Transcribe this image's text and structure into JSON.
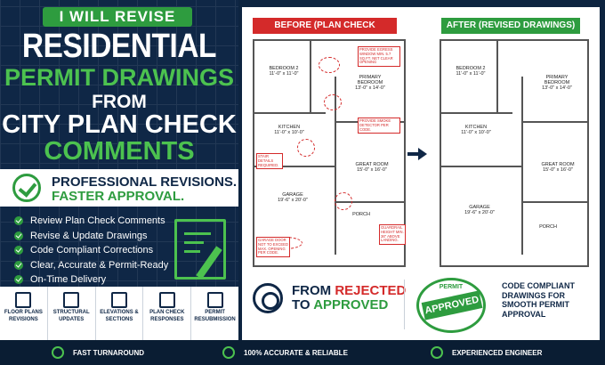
{
  "left": {
    "banner": "I WILL REVISE",
    "title_line1": "RESIDENTIAL",
    "title_line2": "PERMIT DRAWINGS",
    "title_line3": "FROM",
    "title_line4": "CITY PLAN CHECK",
    "title_line5": "COMMENTS",
    "pro_line1": "PROFESSIONAL REVISIONS.",
    "pro_line2": "FASTER APPROVAL.",
    "features": [
      "Review Plan Check Comments",
      "Revise & Update Drawings",
      "Code Compliant Corrections",
      "Clear, Accurate & Permit-Ready",
      "On-Time Delivery"
    ],
    "services": [
      {
        "label": "FLOOR PLANS REVISIONS",
        "icon": "house-icon"
      },
      {
        "label": "STRUCTURAL UPDATES",
        "icon": "structure-icon"
      },
      {
        "label": "ELEVATIONS & SECTIONS",
        "icon": "elevation-icon"
      },
      {
        "label": "PLAN CHECK RESPONSES",
        "icon": "document-icon"
      },
      {
        "label": "PERMIT RESUBMISSION",
        "icon": "stamp-icon"
      }
    ]
  },
  "before": {
    "label": "BEFORE (PLAN CHECK COMMENTS)",
    "color": "#d42a2a",
    "rooms": {
      "bedroom2": "BEDROOM 2\n11'-0\" x 11'-0\"",
      "primary": "PRIMARY\nBEDROOM\n13'-0\" x 14'-0\"",
      "kitchen": "KITCHEN\n11'-0\" x 10'-0\"",
      "great": "GREAT ROOM\n15'-0\" x 16'-0\"",
      "garage": "GARAGE\n19'-6\" x 20'-0\"",
      "porch": "PORCH"
    },
    "notes": [
      "PROVIDE EGRESS WINDOW MIN. 5.7 SQ.FT. NET CLEAR OPENING",
      "PROVIDE SMOKE DETECTOR PER CODE.",
      "STAIR DETAILS REQUIRED.",
      "GUARDRAIL HEIGHT MIN. 36\" ABOVE LANDING.",
      "GARAGE DOOR NOT TO EXCEED MAX. OPENING PER CODE."
    ]
  },
  "after": {
    "label": "AFTER (REVISED DRAWINGS)",
    "color": "#2e9c3f",
    "rooms": {
      "bedroom2": "BEDROOM 2\n11'-0\" x 11'-0\"",
      "primary": "PRIMARY\nBEDROOM\n13'-0\" x 14'-0\"",
      "kitchen": "KITCHEN\n11'-0\" x 10'-0\"",
      "great": "GREAT ROOM\n15'-0\" x 16'-0\"",
      "garage": "GARAGE\n19'-6\" x 20'-0\"",
      "porch": "PORCH"
    }
  },
  "promo": {
    "from": "FROM",
    "rejected": "REJECTED",
    "to": "TO",
    "approved": "APPROVED",
    "stamp_top": "PERMIT",
    "stamp_main": "APPROVED",
    "cc_text": "CODE COMPLIANT DRAWINGS FOR SMOOTH PERMIT APPROVAL"
  },
  "footer": [
    {
      "label": "FAST TURNAROUND",
      "icon": "clock-icon"
    },
    {
      "label": "100% ACCURATE & RELIABLE",
      "icon": "shield-check-icon"
    },
    {
      "label": "EXPERIENCED ENGINEER",
      "icon": "engineer-icon"
    }
  ]
}
